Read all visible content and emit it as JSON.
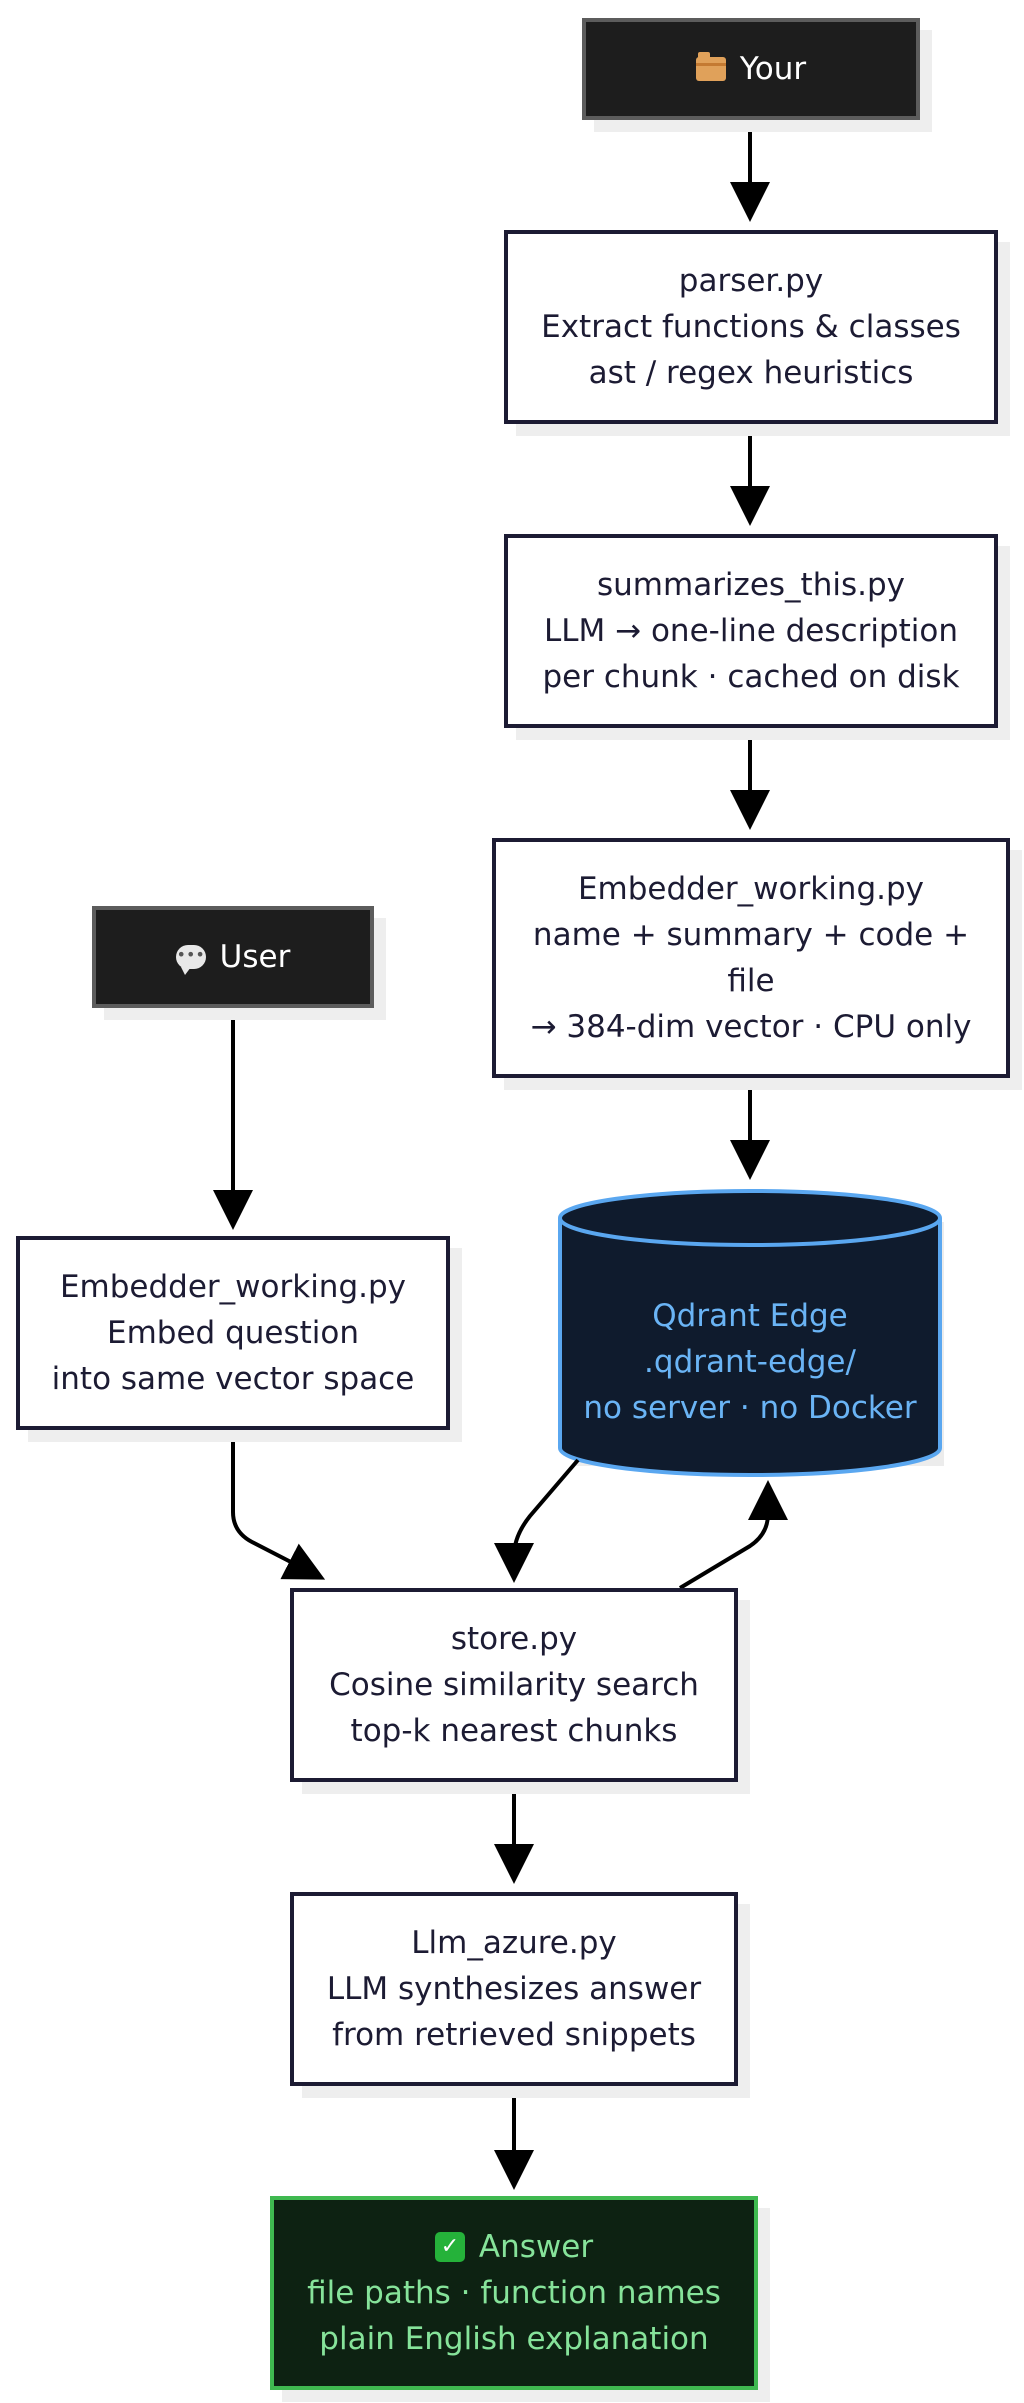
{
  "nodes": {
    "source": {
      "icon": "folder-icon",
      "label": "Your"
    },
    "parser": {
      "lines": [
        "parser.py",
        "Extract functions & classes",
        "ast / regex heuristics"
      ]
    },
    "summarizer": {
      "lines": [
        "summarizes_this.py",
        "LLM → one-line description",
        "per chunk · cached on disk"
      ]
    },
    "embedder_index": {
      "lines": [
        "Embedder_working.py",
        "name + summary + code +",
        "file",
        "→ 384-dim vector · CPU only"
      ]
    },
    "user": {
      "icon": "speech-bubble-icon",
      "label": "User"
    },
    "database": {
      "lines": [
        "Qdrant Edge",
        ".qdrant-edge/",
        "no server · no Docker"
      ]
    },
    "embedder_query": {
      "lines": [
        "Embedder_working.py",
        "Embed question",
        "into same vector space"
      ]
    },
    "store": {
      "lines": [
        "store.py",
        "Cosine similarity search",
        "top-k nearest chunks"
      ]
    },
    "llm": {
      "lines": [
        "Llm_azure.py",
        "LLM synthesizes answer",
        "from retrieved snippets"
      ]
    },
    "answer": {
      "icon": "check-mark-icon",
      "lines": [
        "Answer",
        "file paths · function names",
        "plain English explanation"
      ]
    }
  },
  "colors": {
    "box_border": "#1c1b33",
    "dark_fill": "#1d1d1d",
    "db_fill": "#0f1b2d",
    "db_border": "#5aa7f0",
    "db_text": "#6ab4f5",
    "answer_fill": "#0d2212",
    "answer_border": "#3fb950",
    "answer_text": "#86e39a"
  }
}
